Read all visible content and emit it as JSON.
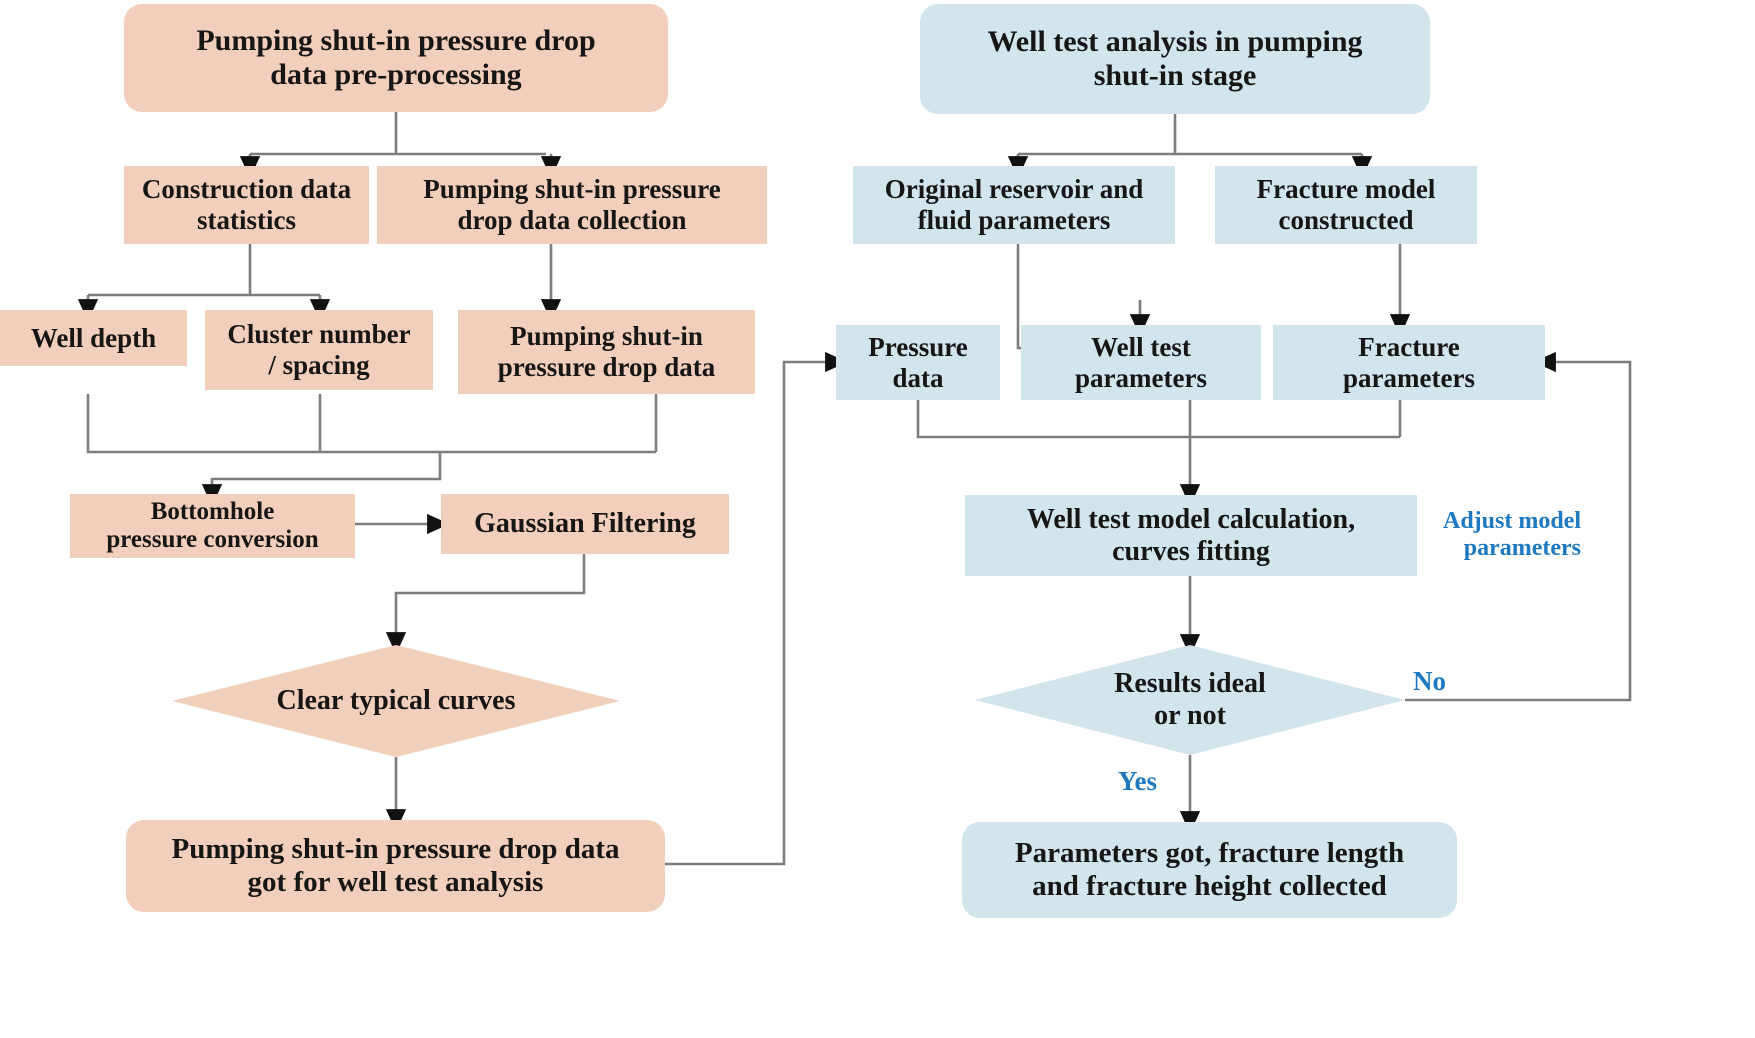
{
  "colors": {
    "peach_fill": "#f2cfbc",
    "blue_fill": "#d2e4ec",
    "connector_stroke": "#7d7d7d",
    "arrowhead": "#000000",
    "label_blue": "#1f79c0",
    "text": "#161616",
    "background": "#ffffff"
  },
  "left_branch": {
    "title": "Pumping shut-in pressure drop\ndata pre-processing",
    "construction_data": "Construction data\nstatistics",
    "data_collection": "Pumping shut-in pressure\ndrop data collection",
    "well_depth": "Well depth",
    "cluster_number": "Cluster number\n/ spacing",
    "pressure_drop_data": "Pumping shut-in\npressure drop data",
    "bottomhole": "Bottomhole\npressure conversion",
    "gaussian": "Gaussian  Filtering",
    "clear_curves": "Clear typical curves",
    "output": "Pumping shut-in pressure drop data\ngot for well test analysis"
  },
  "right_branch": {
    "title": "Well test analysis in pumping\nshut-in stage",
    "original_reservoir": "Original reservoir and\nfluid parameters",
    "fracture_model": "Fracture model\nconstructed",
    "pressure_data": "Pressure\ndata",
    "well_test_parameters": "Well test\nparameters",
    "fracture_parameters": "Fracture\nparameters",
    "model_calculation": "Well test model calculation,\ncurves fitting",
    "decision": "Results ideal\nor not",
    "result": "Parameters got, fracture length\nand fracture height collected"
  },
  "edge_labels": {
    "adjust_model": "Adjust model\nparameters",
    "no": "No",
    "yes": "Yes"
  }
}
